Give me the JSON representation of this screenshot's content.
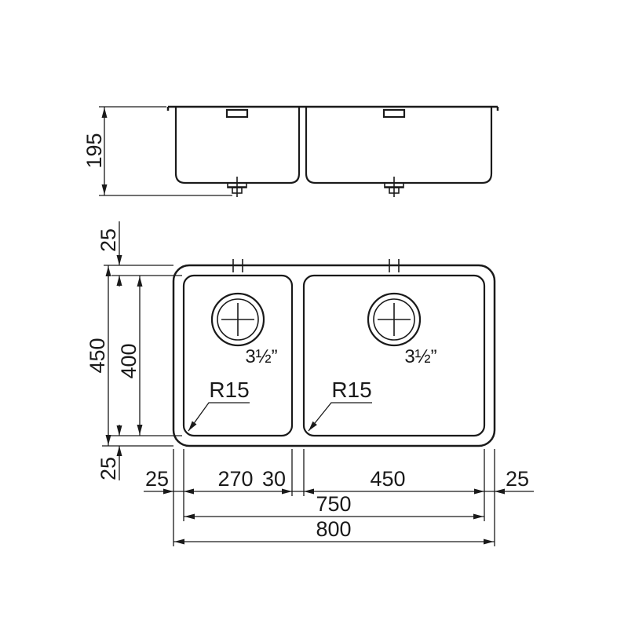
{
  "colors": {
    "background": "#ffffff",
    "line": "#1a1a1a"
  },
  "elevation": {
    "depth_label": "195"
  },
  "plan": {
    "drain_left_size": "3½”",
    "drain_right_size": "3½”",
    "radius_left": "R15",
    "radius_right": "R15"
  },
  "dims": {
    "top_rim": "25",
    "overall_depth": "450",
    "bowl_depth": "400",
    "bottom_rim": "25",
    "left_rim": "25",
    "left_bowl_width": "270",
    "divider": "30",
    "right_bowl_width": "450",
    "right_rim": "25",
    "bowls_span": "750",
    "overall_width": "800"
  }
}
